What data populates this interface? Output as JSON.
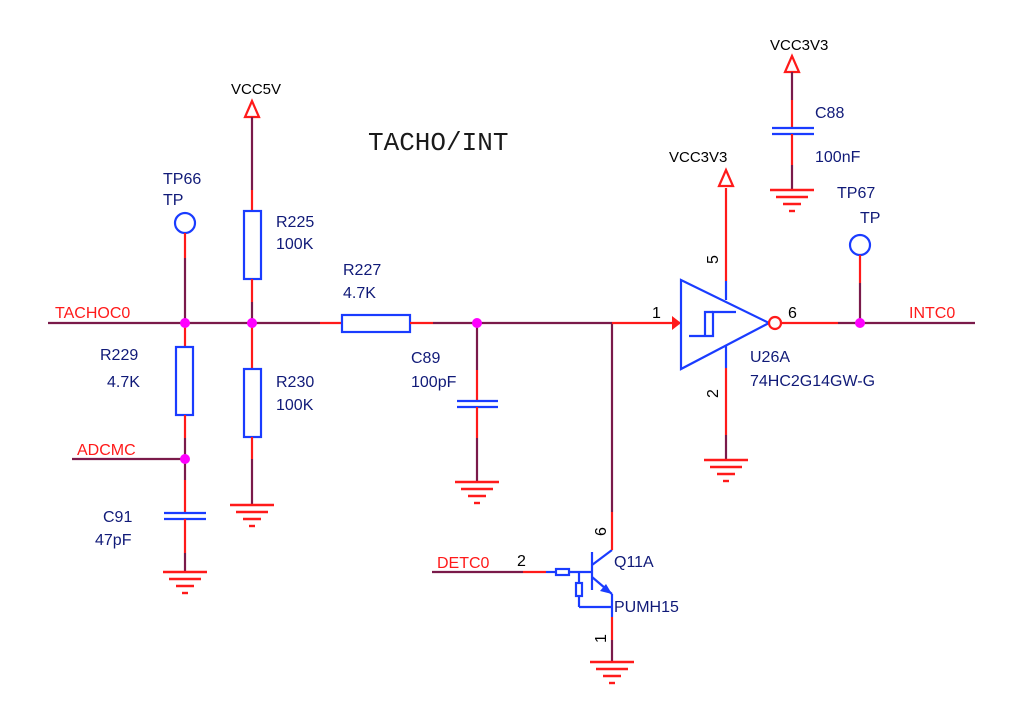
{
  "title": "TACHO/INT",
  "power": {
    "vcc5v": "VCC5V",
    "vcc3v3_c88": "VCC3V3",
    "vcc3v3_u26": "VCC3V3"
  },
  "nets": {
    "tacho": "TACHOC0",
    "adc": "ADCMC",
    "det": "DETC0",
    "int": "INTC0"
  },
  "components": {
    "tp66": {
      "ref": "TP66",
      "value": "TP"
    },
    "tp67": {
      "ref": "TP67",
      "value": "TP"
    },
    "r225": {
      "ref": "R225",
      "value": "100K"
    },
    "r229": {
      "ref": "R229",
      "value": "4.7K"
    },
    "r230": {
      "ref": "R230",
      "value": "100K"
    },
    "r227": {
      "ref": "R227",
      "value": "4.7K"
    },
    "c89": {
      "ref": "C89",
      "value": "100pF"
    },
    "c91": {
      "ref": "C91",
      "value": "47pF"
    },
    "c88": {
      "ref": "C88",
      "value": "100nF"
    },
    "u26a": {
      "ref": "U26A",
      "value": "74HC2G14GW-G"
    },
    "q11a": {
      "ref": "Q11A",
      "value": "PUMH15"
    }
  },
  "pins": {
    "u26_in": "1",
    "u26_out": "6",
    "u26_vcc": "5",
    "u26_gnd": "2",
    "q11_base": "2",
    "q11_col": "6",
    "q11_emit": "1"
  },
  "colors": {
    "wire": "#7a1a4a",
    "pin": "#ff1a1a",
    "body": "#1a3cff",
    "junction": "#ff00ff",
    "ref_text": "#101a78",
    "net_text": "#ff1a1a"
  }
}
